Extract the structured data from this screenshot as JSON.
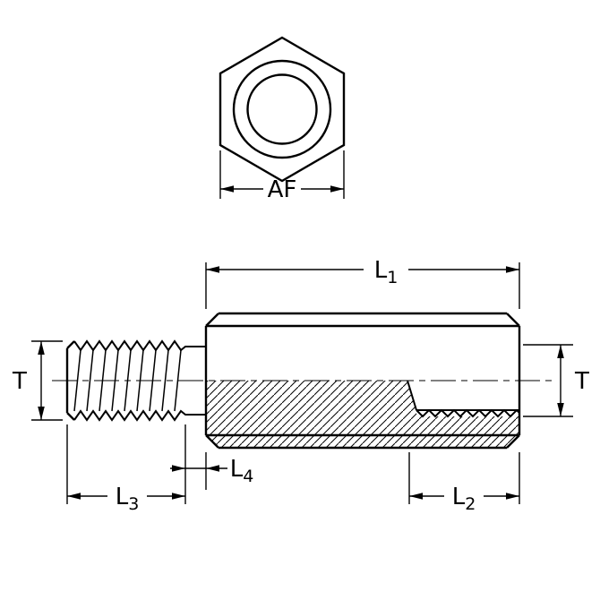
{
  "diagram": {
    "type": "technical-drawing",
    "views": [
      "hex-end-view",
      "side-section-view"
    ],
    "dimension_labels_visible": [
      "AF",
      "L1",
      "T",
      "T",
      "L3",
      "L4",
      "L2"
    ]
  },
  "labels": {
    "af": "AF",
    "t_left": "T",
    "t_right": "T",
    "l1": {
      "main": "L",
      "sub": "1"
    },
    "l2": {
      "main": "L",
      "sub": "2"
    },
    "l3": {
      "main": "L",
      "sub": "3"
    },
    "l4": {
      "main": "L",
      "sub": "4"
    }
  },
  "colors": {
    "line": "#000000",
    "background": "#ffffff"
  }
}
